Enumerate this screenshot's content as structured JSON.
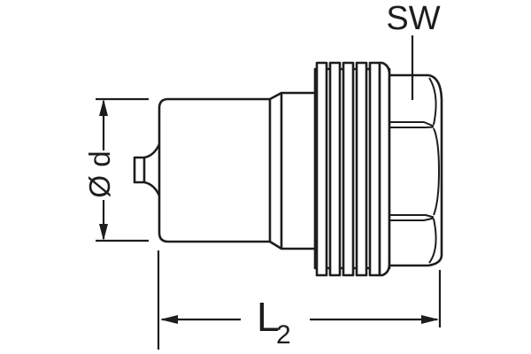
{
  "labels": {
    "width_across_flats": "SW",
    "diameter": "Ø d",
    "length": "L",
    "length_subscript": "2"
  },
  "colors": {
    "line": "#1d1d1b",
    "background": "#ffffff"
  }
}
